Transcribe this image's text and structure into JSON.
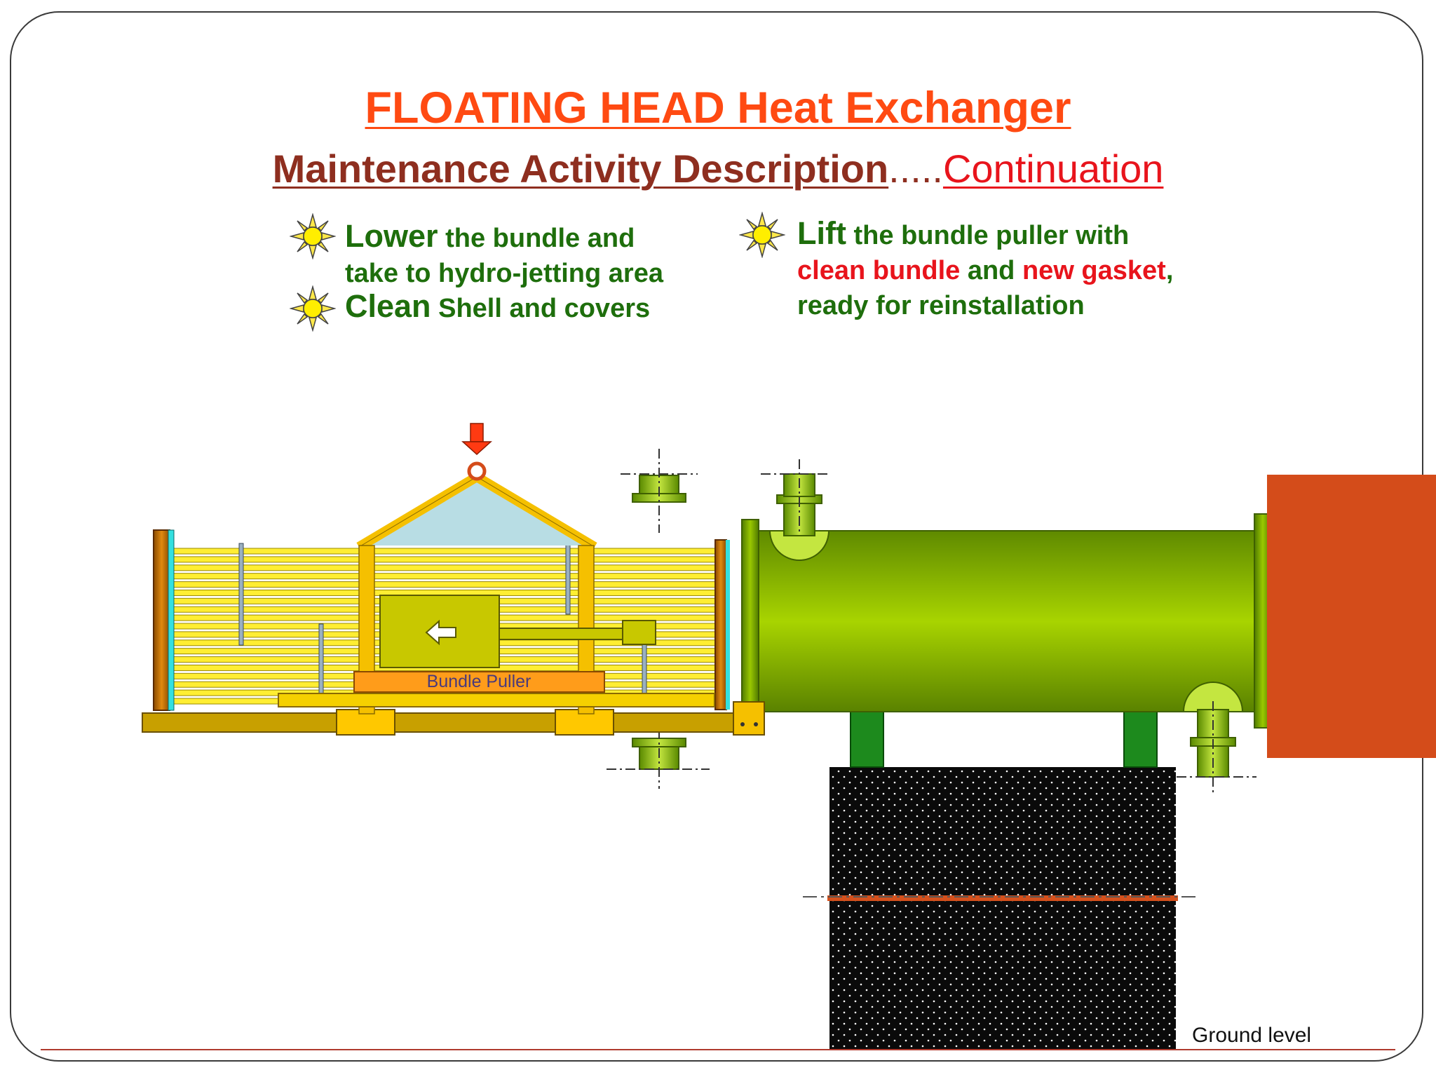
{
  "slide": {
    "title": "FLOATING HEAD Heat Exchanger",
    "subtitle_main": "Maintenance Activity Description",
    "subtitle_dots": ".....",
    "subtitle_cont": "Continuation"
  },
  "bullets": {
    "b1_lead": "Lower",
    "b1_rest": " the bundle and",
    "b1_line2": "take to hydro-jetting area",
    "b2_lead": "Clean",
    "b2_rest": " Shell and covers",
    "b3_lead": "Lift",
    "b3_rest": " the bundle puller with",
    "b3_red1": "clean bundle",
    "b3_and": " and ",
    "b3_red2": "new gasket",
    "b3_comma": ",",
    "b3_line3": "ready for reinstallation"
  },
  "diagram": {
    "bundle_puller_label": "Bundle Puller",
    "ground_label": "Ground level"
  },
  "colors": {
    "title": "#ff4a12",
    "subtitle": "#8e2e1f",
    "bullet_text": "#1e6e0c",
    "highlight": "#e8141c",
    "shell": "#8fbf00",
    "tubes": "#ffee33",
    "frame": "#f5c000",
    "cover": "#d44c1a"
  },
  "icons": [
    "sun-icon",
    "down-arrow-icon",
    "left-arrow-icon"
  ]
}
